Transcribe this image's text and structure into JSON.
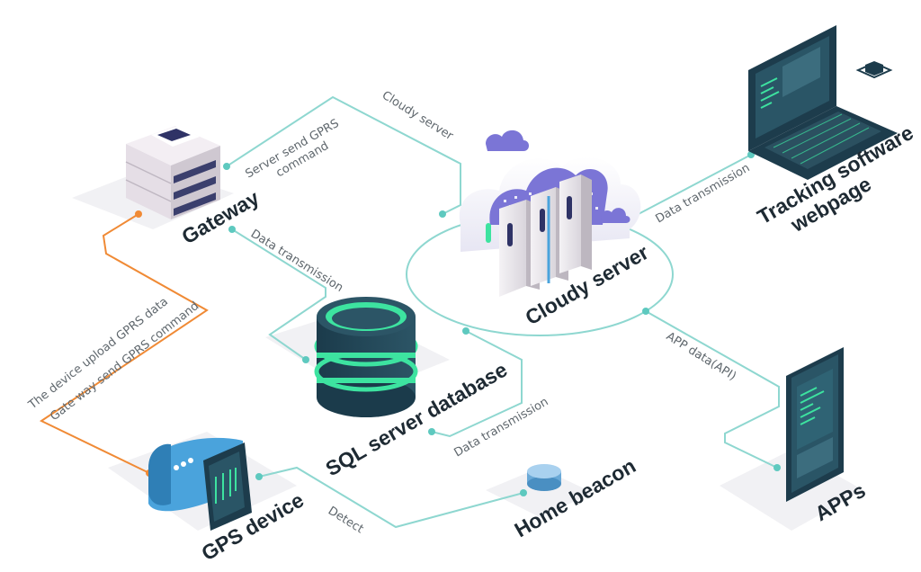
{
  "nodes": {
    "gateway": "Gateway",
    "cloud_server": "Cloudy server",
    "tracking": [
      "Tracking software",
      "webpage"
    ],
    "sql_database": "SQL server database",
    "apps": "APPs",
    "gps_device": "GPS device",
    "home_beacon": "Home beacon"
  },
  "edges": {
    "server_send_gprs": [
      "Server send GPRS",
      "command"
    ],
    "cloudy_server_link": "Cloudy server",
    "data_transmission_gateway": "Data transmission",
    "data_transmission_tracking": "Data transmission",
    "data_transmission_sql": "Data transmission",
    "app_data_api": "APP data(API)",
    "device_upload": "The device upload GPRS data",
    "gateway_send": "Gate way send GPRS command",
    "detect": "Detect"
  },
  "colors": {
    "connector": "#8ed7d0",
    "upload_line": "#f08a35",
    "dark_navy": "#1d3c4c",
    "glow_green": "#3de3a0",
    "cloud_purple": "#7b75d6",
    "watch_blue": "#4aa3dc"
  }
}
